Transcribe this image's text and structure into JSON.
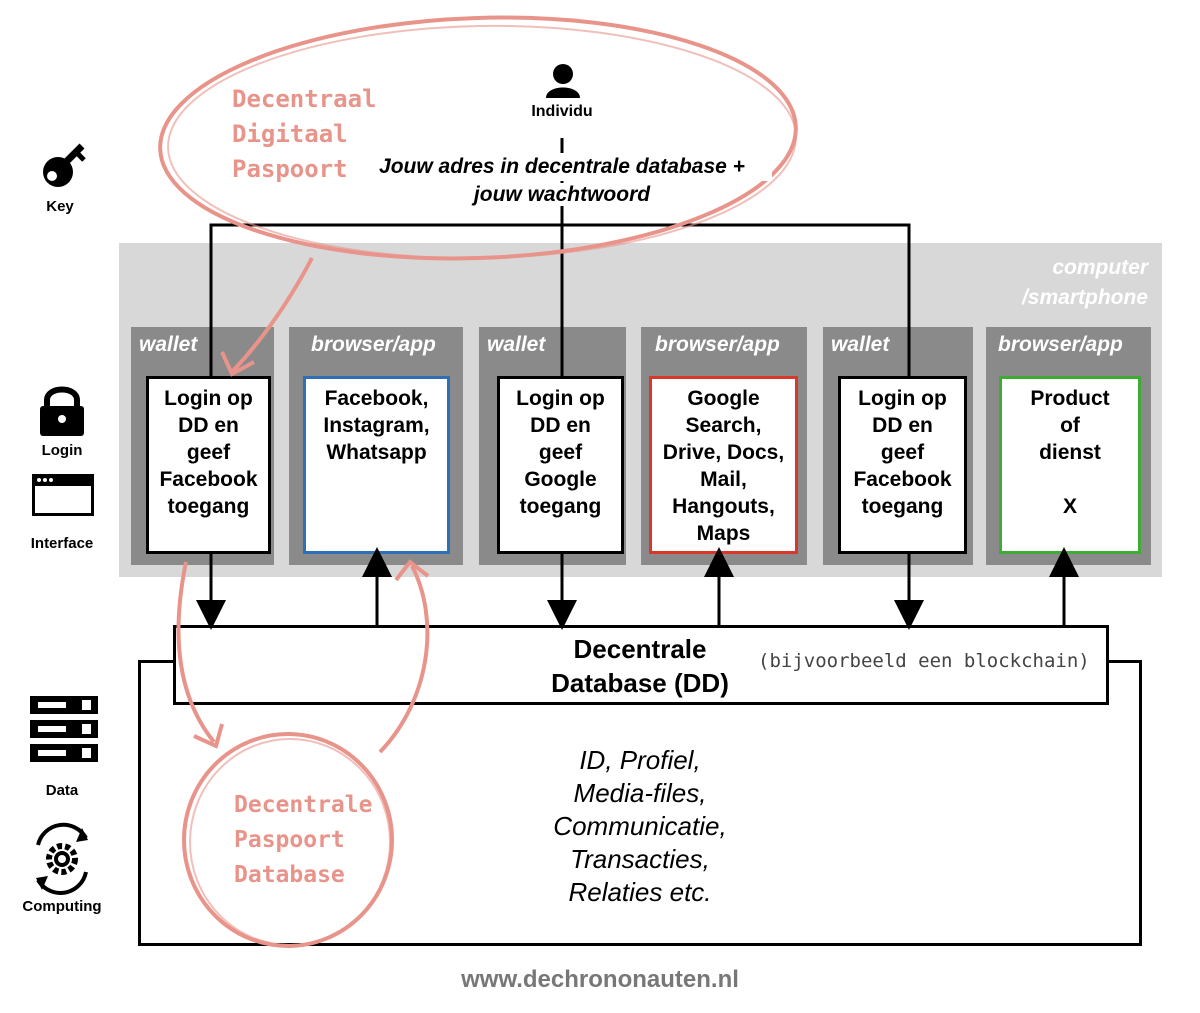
{
  "legend": {
    "key_label": "Key",
    "login_label": "Login",
    "interface_label": "Interface",
    "data_label": "Data",
    "computing_label": "Computing"
  },
  "individual": {
    "label": "Individu",
    "address_line1": "Jouw adres in decentrale database +",
    "address_line2": "jouw wachtwoord"
  },
  "passport_note": {
    "line1": "Decentraal",
    "line2": "Digitaal",
    "line3": "Paspoort"
  },
  "device": {
    "line1": "computer",
    "line2": "/smartphone"
  },
  "columns": [
    {
      "title": "wallet",
      "lines": [
        "Login op",
        "DD en",
        "geef",
        "Facebook",
        "toegang"
      ],
      "border": "#000000"
    },
    {
      "title": "browser/app",
      "lines": [
        "Facebook,",
        "Instagram,",
        "Whatsapp"
      ],
      "border": "#2f6fb5"
    },
    {
      "title": "wallet",
      "lines": [
        "Login op",
        "DD en",
        "geef",
        "Google",
        "toegang"
      ],
      "border": "#000000"
    },
    {
      "title": "browser/app",
      "lines": [
        "Google",
        "Search,",
        "Drive, Docs,",
        "Mail,",
        "Hangouts,",
        "Maps"
      ],
      "border": "#d9372a"
    },
    {
      "title": "wallet",
      "lines": [
        "Login op",
        "DD en",
        "geef",
        "Facebook",
        "toegang"
      ],
      "border": "#000000"
    },
    {
      "title": "browser/app",
      "lines": [
        "Product",
        "of",
        "dienst",
        "",
        "X"
      ],
      "border": "#3faa35"
    }
  ],
  "database": {
    "title_line1": "Decentrale",
    "title_line2": "Database (DD)",
    "note": "(bijvoorbeeld een blockchain)",
    "contents": [
      "ID, Profiel,",
      "Media-files,",
      "Communicatie,",
      "Transacties,",
      "Relaties etc."
    ]
  },
  "passport_db_note": {
    "line1": "Decentrale",
    "line2": "Paspoort",
    "line3": "Database"
  },
  "footer": "www.dechrononauten.nl",
  "colors": {
    "sketch": "#e8948a",
    "panel": "#d8d8d8",
    "column": "#8a8a8a"
  }
}
